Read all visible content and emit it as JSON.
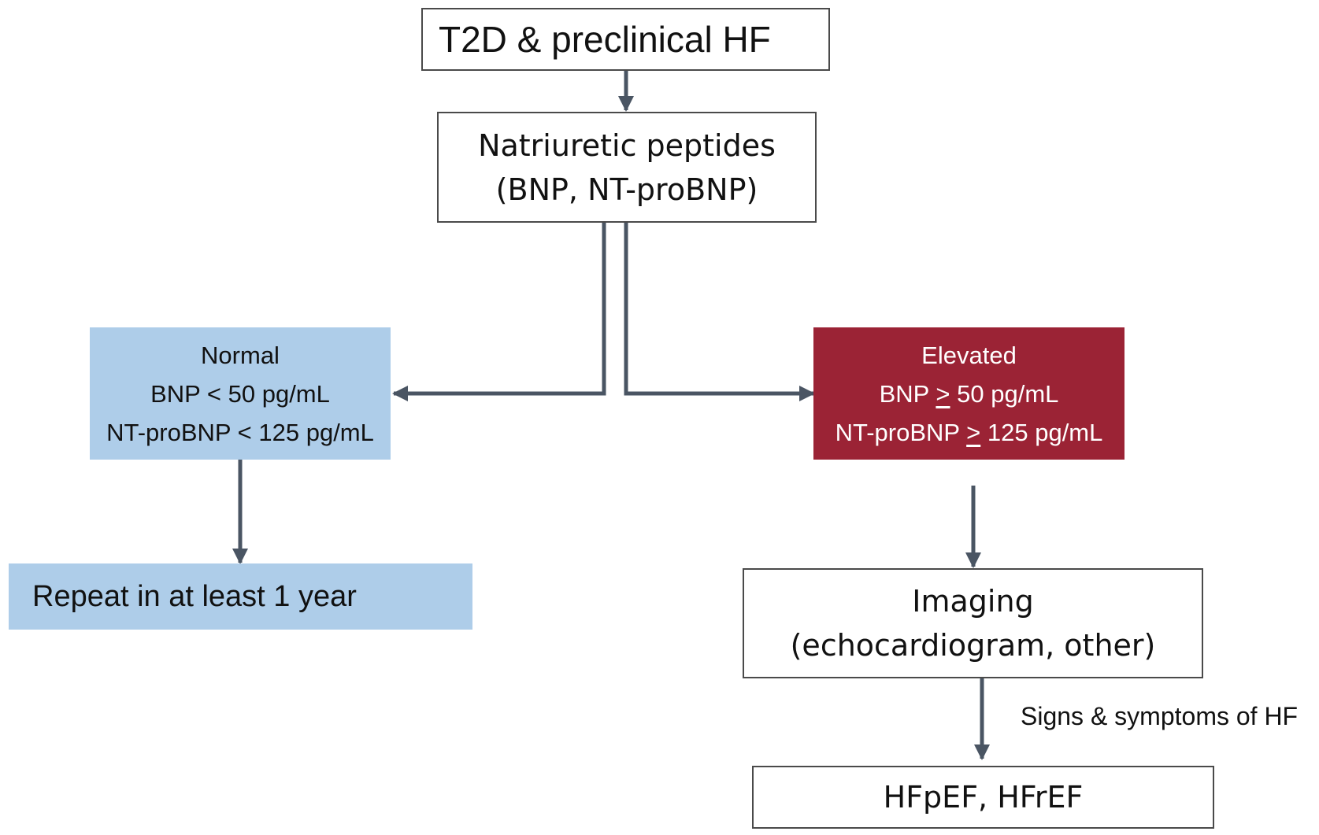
{
  "nodes": {
    "start": {
      "text": "T2D & preclinical HF"
    },
    "test": {
      "line1": "Natriuretic peptides",
      "line2": "(BNP, NT-proBNP)"
    },
    "normal": {
      "title": "Normal",
      "line1": "BNP < 50 pg/mL",
      "line2": "NT-proBNP < 125 pg/mL",
      "color": "#aecde9"
    },
    "elevated": {
      "title": "Elevated",
      "line1_pre": "BNP ",
      "line1_op": ">",
      "line1_post": " 50 pg/mL",
      "line2_pre": "NT-proBNP ",
      "line2_op": ">",
      "line2_post": " 125 pg/mL",
      "color": "#9b2335"
    },
    "repeat": {
      "text": "Repeat in at least 1 year",
      "color": "#aecde9"
    },
    "imaging": {
      "line1": "Imaging",
      "line2": "(echocardiogram, other)"
    },
    "outcome": {
      "text": "HFpEF, HFrEF"
    }
  },
  "edge_labels": {
    "signs": "Signs & symptoms of HF"
  },
  "colors": {
    "connector": "#4a5563",
    "border": "#4a4a4a"
  }
}
